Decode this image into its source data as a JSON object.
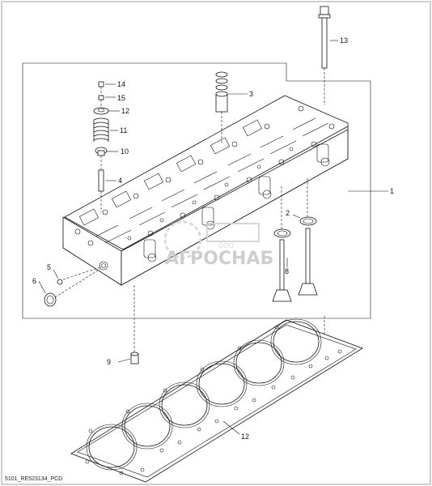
{
  "diagram": {
    "callouts": [
      {
        "id": "c1",
        "text": "1"
      },
      {
        "id": "c2",
        "text": "2"
      },
      {
        "id": "c3",
        "text": "3"
      },
      {
        "id": "c4",
        "text": "4"
      },
      {
        "id": "c5",
        "text": "5"
      },
      {
        "id": "c6",
        "text": "6"
      },
      {
        "id": "c8",
        "text": "8"
      },
      {
        "id": "c9",
        "text": "9"
      },
      {
        "id": "c10",
        "text": "10"
      },
      {
        "id": "c11",
        "text": "11"
      },
      {
        "id": "c12a",
        "text": "12"
      },
      {
        "id": "c12b",
        "text": "12"
      },
      {
        "id": "c13",
        "text": "13"
      },
      {
        "id": "c14",
        "text": "14"
      },
      {
        "id": "c15",
        "text": "15"
      }
    ],
    "footer_code": "5101_RE523134_PCD",
    "watermark": {
      "brand": "АГРОСНАБ",
      "small": "ООО"
    }
  }
}
